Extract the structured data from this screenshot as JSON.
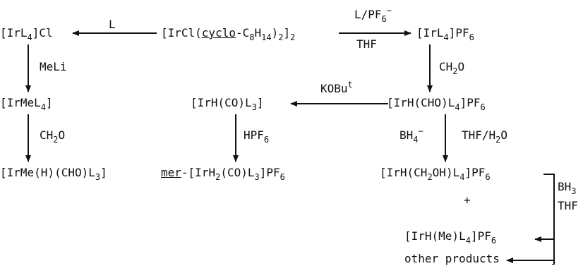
{
  "compounds": {
    "start": "[IrCl(cyclo-C8H14)2]2",
    "ir_l4_cl": "[IrL4]Cl",
    "ir_l4_pf6": "[IrL4]PF6",
    "ir_mel4": "[IrMeL4]",
    "ir_me_h_cho": "[IrMe(H)(CHO)L3]",
    "ir_h_co_l3": "[IrH(CO)L3]",
    "ir_h_cho_l4": "[IrH(CHO)L4]PF6",
    "mer_ir_h2_co": "mer-[IrH2(CO)L3]PF6",
    "ir_h_ch2oh": "[IrH(CH2OH)L4]PF6",
    "plus": "+",
    "ir_h_me_l4": "[IrH(Me)L4]PF6",
    "other_products": "other products"
  },
  "reagents": {
    "l": "L",
    "l_pf6": "L/PF6−",
    "thf": "THF",
    "meli": "MeLi",
    "ch2o_left": "CH2O",
    "ch2o_right": "CH2O",
    "kobut": "KOBut",
    "hpf6": "HPF6",
    "bh4": "BH4−",
    "thf_h2o": "THF/H2O",
    "bh3": "BH3",
    "thf_bh3": "THF"
  }
}
